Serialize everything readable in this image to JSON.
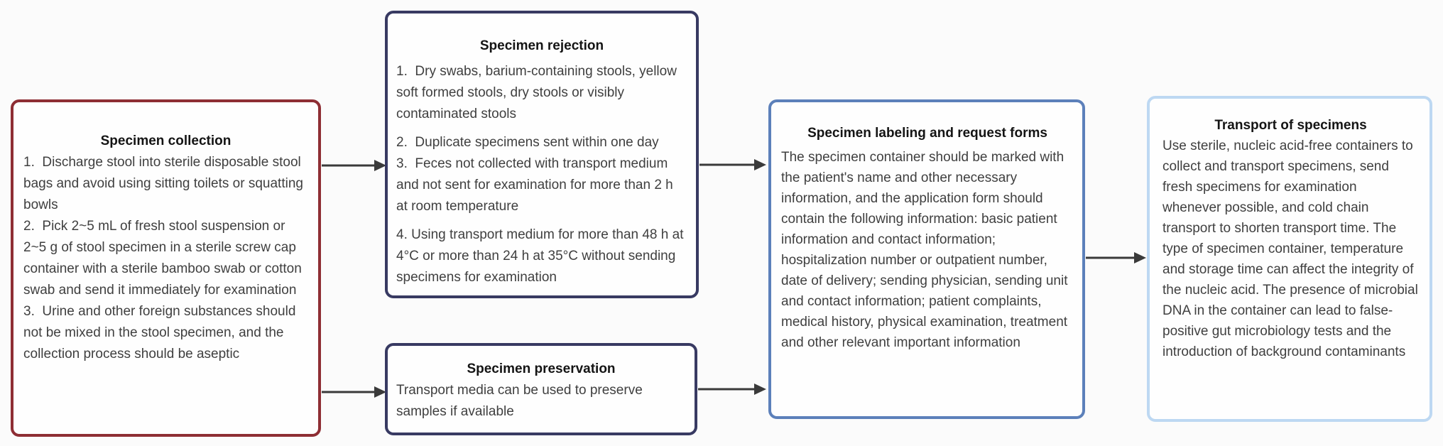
{
  "colors": {
    "page_bg": "#fbfbfb",
    "box_fill": "#fefefe",
    "title_text": "#141414",
    "body_text": "#3f3f3f",
    "arrow": "#3a3a3a",
    "collection_border": "#8e2e34",
    "rejection_border": "#383a62",
    "preservation_border": "#383a62",
    "labeling_border": "#5c80ba",
    "transport_border": "#bdd8f2"
  },
  "boxes": {
    "collection": {
      "title": "Specimen collection",
      "items": [
        "1.  Discharge stool into sterile disposable stool bags and avoid using sitting toilets or squatting bowls",
        "2.  Pick 2~5 mL of fresh stool suspension or 2~5 g of stool specimen in a sterile screw cap container with a sterile bamboo swab or cotton swab and send it immediately for examination",
        "3.  Urine and other foreign substances should not be mixed in the stool specimen, and the collection process should be aseptic"
      ]
    },
    "rejection": {
      "title": "Specimen rejection",
      "paragraphs": [
        "1.  Dry swabs, barium-containing stools, yellow soft formed stools, dry stools or visibly contaminated stools",
        "2.  Duplicate specimens sent within one day",
        "3.  Feces not collected with transport medium and not sent for examination for more than 2 h at room temperature",
        "4. Using transport medium for more than 48 h at 4°C or more than 24 h at 35°C without sending specimens for examination"
      ]
    },
    "preservation": {
      "title": "Specimen preservation",
      "body": "Transport media can be used to preserve samples if available"
    },
    "labeling": {
      "title": "Specimen labeling and request forms",
      "body": "The specimen container should be marked with the patient's name and other necessary information, and the application form should contain the following information: basic patient information and contact information; hospitalization number or outpatient number, date of delivery; sending physician, sending unit and contact information; patient complaints, medical history, physical examination, treatment and other relevant important information"
    },
    "transport": {
      "title": "Transport of specimens",
      "body": "Use sterile, nucleic acid-free containers to collect and transport specimens, send fresh specimens for examination whenever possible, and cold chain transport to shorten transport time. The type of specimen container, temperature and storage time can affect the integrity of the nucleic acid. The presence of microbial DNA in the container can lead to false-positive gut microbiology tests and the introduction of background contaminants"
    }
  },
  "connections": [
    {
      "from": "specimen-collection",
      "to": "specimen-rejection"
    },
    {
      "from": "specimen-collection",
      "to": "specimen-preservation"
    },
    {
      "from": "specimen-rejection",
      "to": "specimen-labeling-and-request-forms"
    },
    {
      "from": "specimen-preservation",
      "to": "specimen-labeling-and-request-forms"
    },
    {
      "from": "specimen-labeling-and-request-forms",
      "to": "transport-of-specimens"
    }
  ]
}
